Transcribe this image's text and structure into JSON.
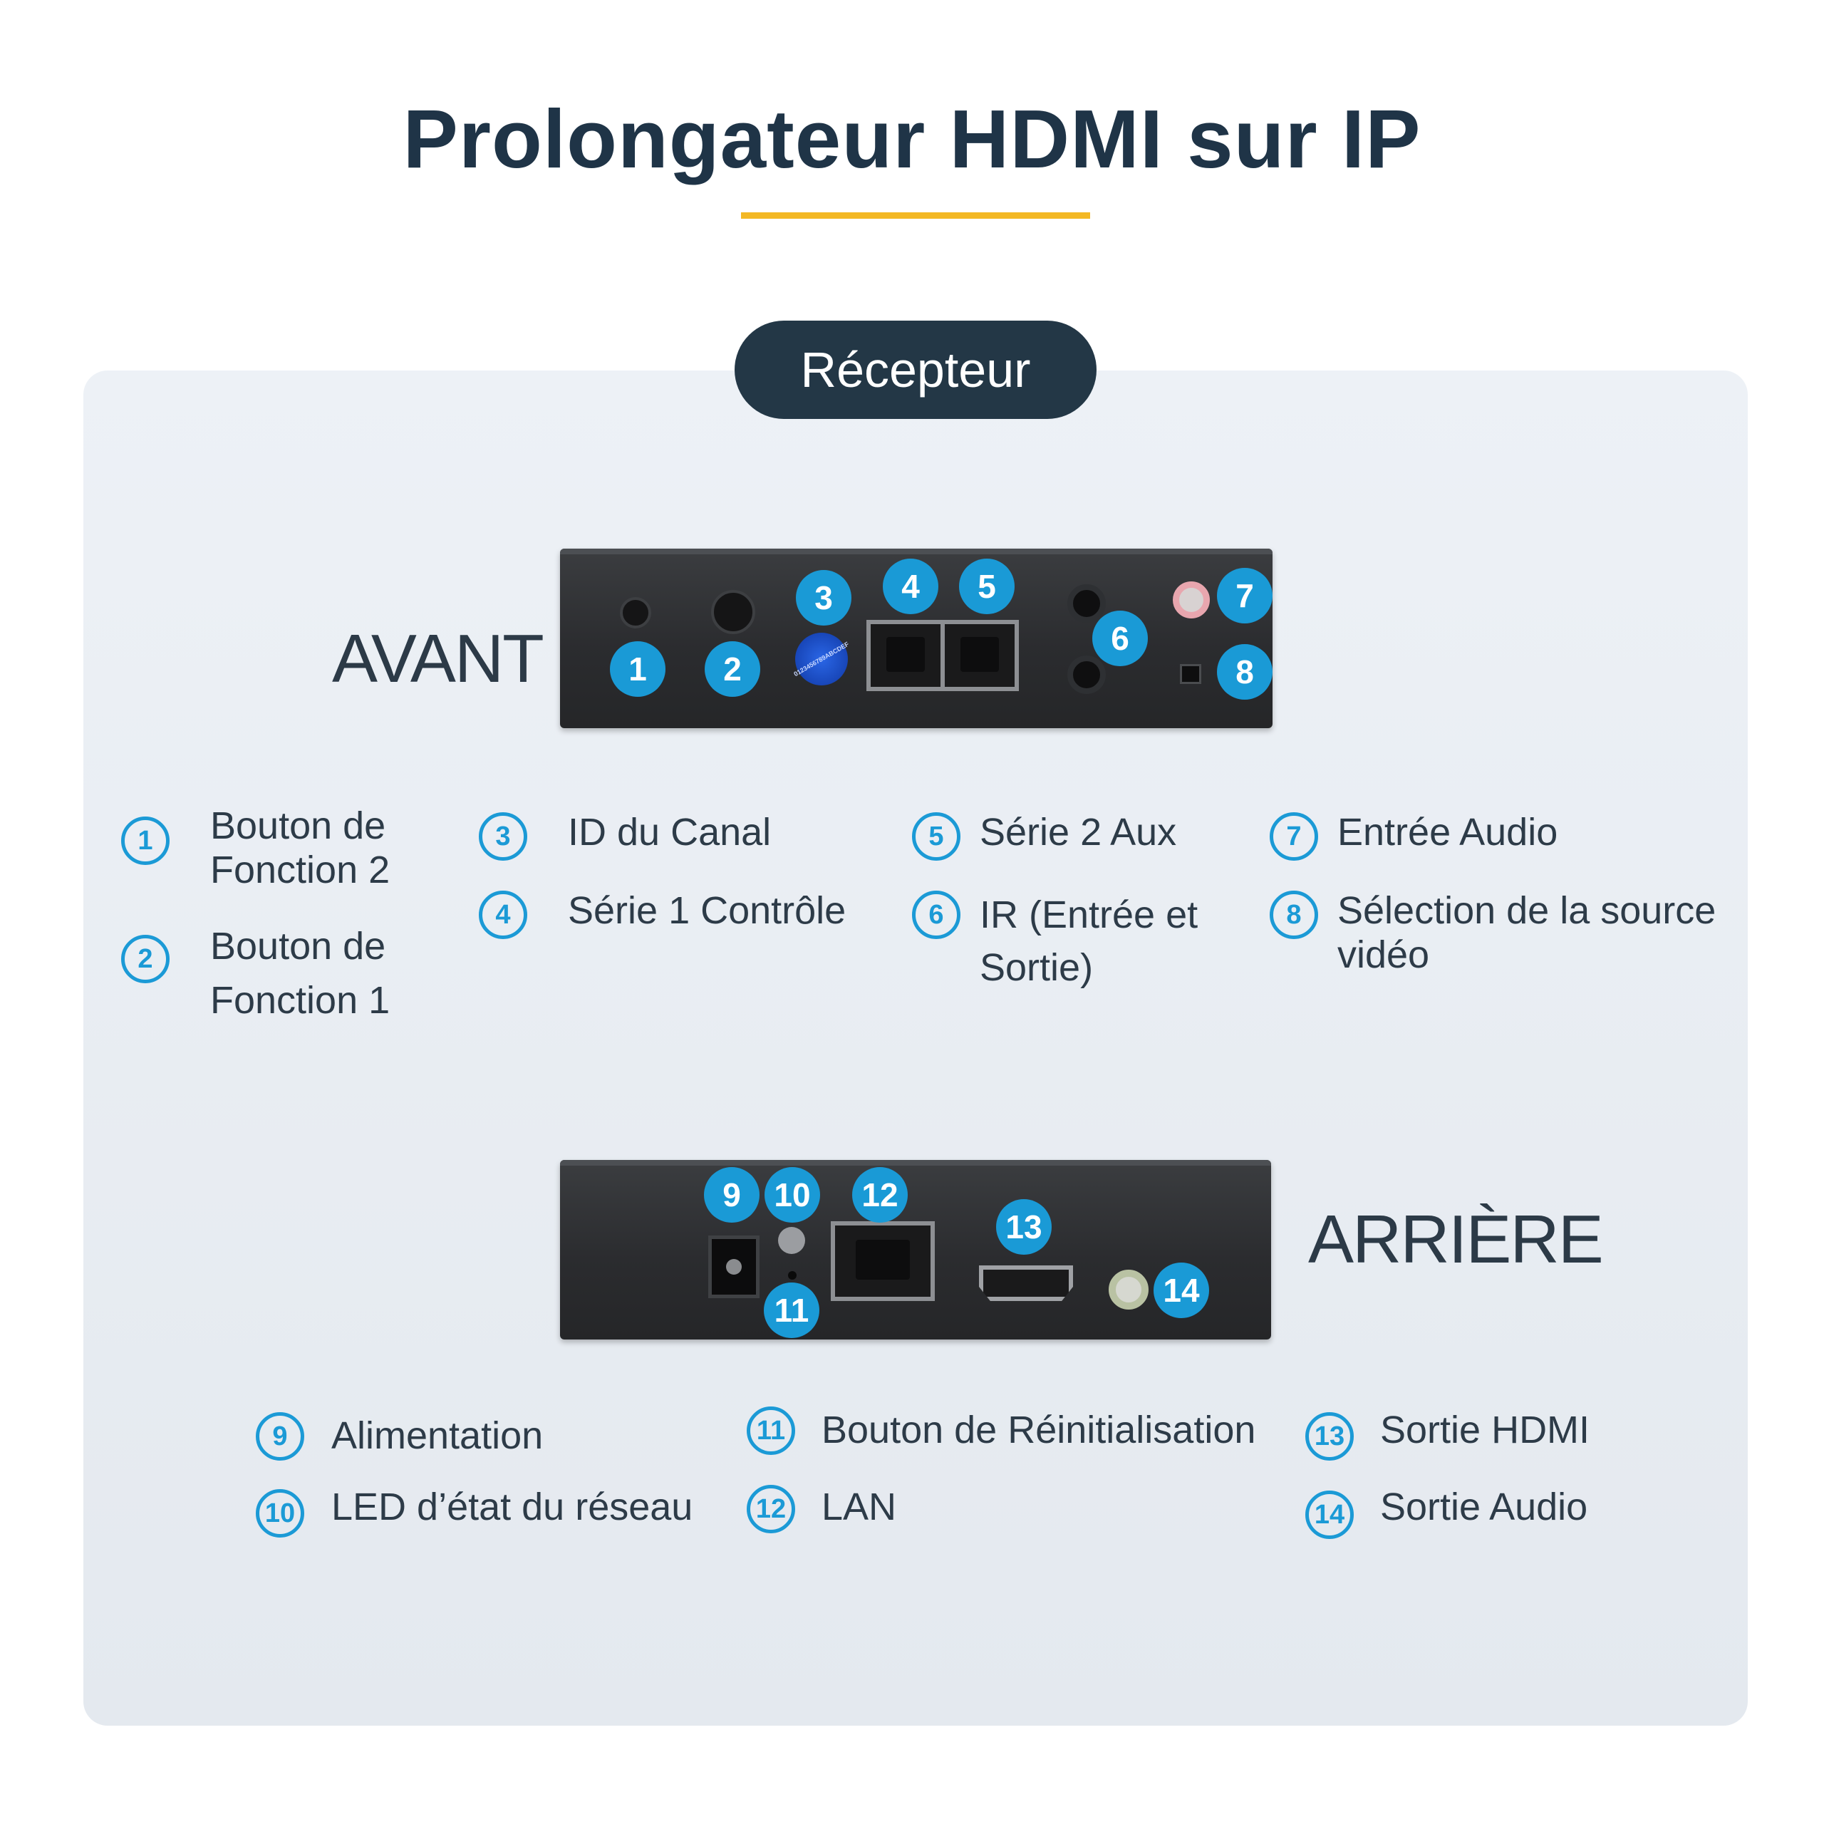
{
  "title": "Prolongateur HDMI sur IP",
  "section_label": "Récepteur",
  "front": {
    "label": "AVANT",
    "dial_text": "0123456789ABCDEF"
  },
  "rear": {
    "label": "ARRIÈRE"
  },
  "badges": [
    "1",
    "2",
    "3",
    "4",
    "5",
    "6",
    "7",
    "8",
    "9",
    "10",
    "11",
    "12",
    "13",
    "14"
  ],
  "legend_front": [
    {
      "num": "1",
      "text": "Bouton de\nFonction 2"
    },
    {
      "num": "2",
      "text": "Bouton de\nFonction 1"
    },
    {
      "num": "3",
      "text": "ID du Canal"
    },
    {
      "num": "4",
      "text": "Série 1 Contrôle"
    },
    {
      "num": "5",
      "text": "Série 2 Aux"
    },
    {
      "num": "6",
      "text": "IR (Entrée et\nSortie)"
    },
    {
      "num": "7",
      "text": "Entrée Audio"
    },
    {
      "num": "8",
      "text": "Sélection de la source\nvidéo"
    }
  ],
  "legend_rear": [
    {
      "num": "9",
      "text": "Alimentation"
    },
    {
      "num": "10",
      "text": "LED d’état du réseau"
    },
    {
      "num": "11",
      "text": "Bouton de Réinitialisation"
    },
    {
      "num": "12",
      "text": "LAN"
    },
    {
      "num": "13",
      "text": "Sortie HDMI"
    },
    {
      "num": "14",
      "text": "Sortie Audio"
    }
  ],
  "colors": {
    "accent_line": "#f3b824",
    "badge": "#1a9ad6",
    "pill": "#233746",
    "title": "#1f3447"
  }
}
